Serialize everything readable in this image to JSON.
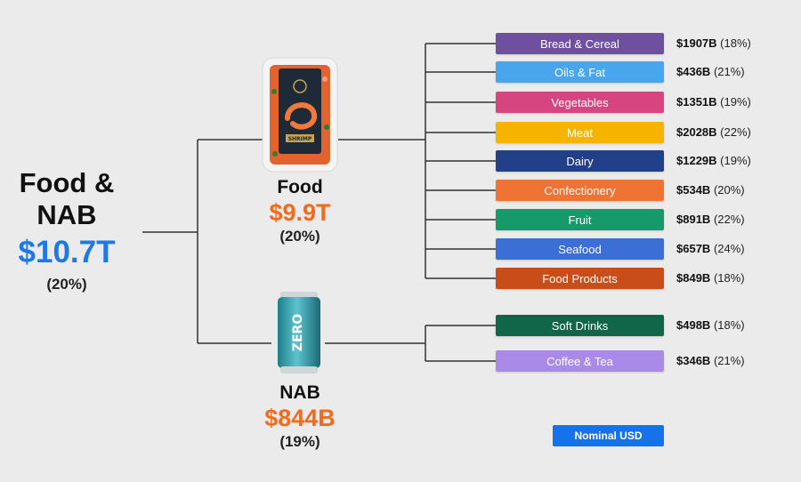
{
  "root": {
    "title_line1": "Food &",
    "title_line2": "NAB",
    "value": "$10.7T",
    "share": "(20%)"
  },
  "branches": [
    {
      "title": "Food",
      "value": "$9.9T",
      "share": "(20%)",
      "image_icon": "shrimp-package-icon",
      "package_label": "SHRIMP",
      "items": [
        {
          "label": "Bread & Cereal",
          "amount": "$1907B",
          "share": "(18%)",
          "color": "#6e4fa0"
        },
        {
          "label": "Oils & Fat",
          "amount": "$436B",
          "share": "(21%)",
          "color": "#4aa6ec"
        },
        {
          "label": "Vegetables",
          "amount": "$1351B",
          "share": "(19%)",
          "color": "#d6457f"
        },
        {
          "label": "Meat",
          "amount": "$2028B",
          "share": "(22%)",
          "color": "#f6b400"
        },
        {
          "label": "Dairy",
          "amount": "$1229B",
          "share": "(19%)",
          "color": "#223f8a"
        },
        {
          "label": "Confectionery",
          "amount": "$534B",
          "share": "(20%)",
          "color": "#ef7434"
        },
        {
          "label": "Fruit",
          "amount": "$891B",
          "share": "(22%)",
          "color": "#169a6c"
        },
        {
          "label": "Seafood",
          "amount": "$657B",
          "share": "(24%)",
          "color": "#3b6fd6"
        },
        {
          "label": "Food Products",
          "amount": "$849B",
          "share": "(18%)",
          "color": "#c94d18"
        }
      ]
    },
    {
      "title": "NAB",
      "value": "$844B",
      "share": "(19%)",
      "image_icon": "soda-can-icon",
      "can_label": "ZERO",
      "items": [
        {
          "label": "Soft Drinks",
          "amount": "$498B",
          "share": "(18%)",
          "color": "#11664a"
        },
        {
          "label": "Coffee & Tea",
          "amount": "$346B",
          "share": "(21%)",
          "color": "#a98ae8"
        }
      ]
    }
  ],
  "footer": {
    "badge": "Nominal USD"
  },
  "colors": {
    "line": "#333333",
    "accent_value": "#f26a1b",
    "root_value": "#1f78e8",
    "badge": "#1672ea"
  }
}
